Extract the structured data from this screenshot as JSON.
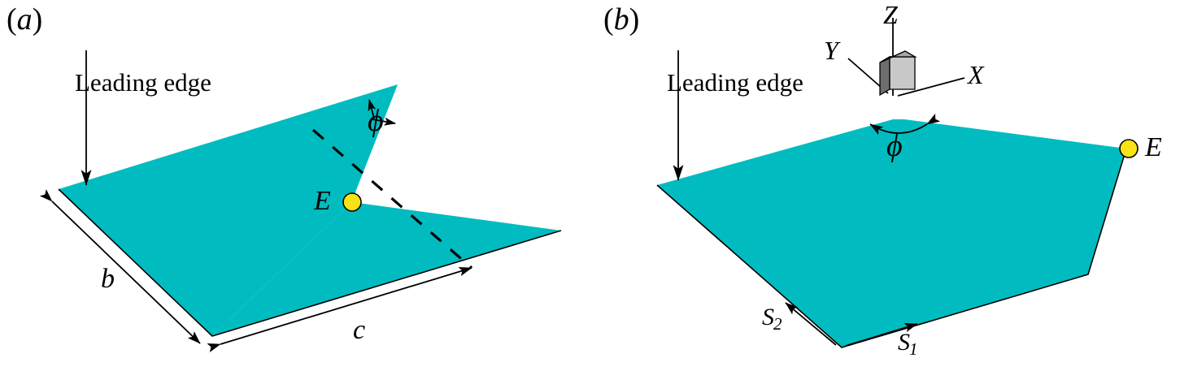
{
  "figure": {
    "background_color": "#ffffff",
    "wing_color": "#00bcc0",
    "marker_color": "#f7e316",
    "line_color": "#000000",
    "cube_face_left_color": "#6e6e6e",
    "cube_face_front_color": "#c8c8c8",
    "cube_face_top_color": "#a8a8a8"
  },
  "panels": [
    {
      "tag_open": "(",
      "tag_letter": "a",
      "tag_close": ")",
      "leading_edge_label": "Leading edge",
      "span_label": "b",
      "chord_label": "c",
      "angle_label": "ϕ",
      "apex_label": "E"
    },
    {
      "tag_open": "(",
      "tag_letter": "b",
      "tag_close": ")",
      "leading_edge_label": "Leading edge",
      "angle_label": "ϕ",
      "apex_label": "E",
      "side_edge_1_label": "S",
      "side_edge_1_sub": "1",
      "side_edge_2_label": "S",
      "side_edge_2_sub": "2",
      "axes": {
        "x_label": "X",
        "y_label": "Y",
        "z_label": "Z"
      }
    }
  ]
}
